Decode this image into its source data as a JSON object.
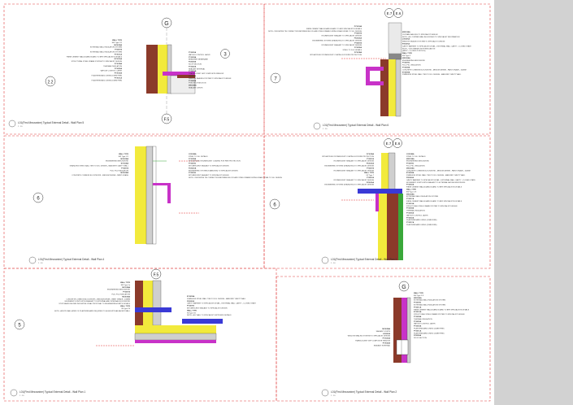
{
  "details": [
    {
      "id": "d1",
      "title": "L01(First Mezzanine) Typical External Detail - Wall Plan 5",
      "grid_top": "G",
      "grid_bottom": "F.5",
      "callouts": [
        "3",
        "2.2"
      ],
      "notes_right": [
        "PY301EA",
        "VAPOUR CONTROL LAYER",
        "PY301BA",
        "BREATHER MEMBRANE",
        "FX302HA",
        "ROOF SECTION",
        "PY302DA",
        "SEALANT INTERNAL",
        "PY302GA",
        "TRANSLUCENT GRP COMPOSITE WINDOW",
        "LX000XA",
        "WINDOW SEALING SYSTEM TO SPECIALIST DESIGN",
        "PY302EA",
        "PYROTECH SECTION",
        "MX303BA",
        "SEALANT JOINTS"
      ],
      "notes_left": [
        "WALL TYPE",
        "EW Type 5 R",
        "MX301BA",
        "EXTERNAL WALL INSULATION SYSTEM",
        "PY301FA",
        "EXTERNAL WALL INSULATION SYSTEM",
        "PY301CA",
        "FIBRE CEMENT WALLBOARD BOARD TO BFR SPECIALISTS DETAILS",
        "EY301GA",
        "STRUCTURAL STEEL FRAME SYSTEM TO SPECIALIST DESIGN",
        "PY301BA",
        "THERMAL INSULATION",
        "PY301EA",
        "VAPOUR CONTROL LAYER",
        "PY301DA",
        "PLASTERBOARD LINING (15MM FIRE)",
        "PY301CA",
        "PLASTERBOARD LINING (15MM FIRE)"
      ]
    },
    {
      "id": "d2",
      "title": "L01(First Mezzanine) Typical External Detail - Wall Plan 6",
      "grid_top": [
        "E.7",
        "E.6"
      ],
      "callouts": [
        "7"
      ],
      "notes_right": [
        "MX313BA",
        "CURTAIN WALLING TO SPECIALIST DESIGN",
        "NOTE - ALL CURTAIN WALLING FIXINGS TO SPECIALIST INFORMATION",
        "LX000XA",
        "WINDOW SEALING SYSTEM TO SPECIALIST DESIGN",
        "FX000XA",
        "CAVITY BARRIER TO SPECIALIST DETAIL - EXTERNAL WALL CAVITY - CLOSED STATE",
        "NOTE - VOID PASSES WITH INSULATION",
        "(MPRC - CLOSED POSITION)",
        "WALL TYPE",
        "EW Type 5",
        "MX301BA",
        "ENGINEERING BRICKWORK",
        "PY301FA",
        "FULL FILL INSULATION",
        "PY301BA",
        "CONCRETE COMMON BLOCKWORK - MEDIUM DENSE - PAINT GRADE - 100MM",
        "EY301BA",
        "STAINLESS STEEL WALL TIES TO B.S. DESIGN - MASONRY CAVITY WALL"
      ],
      "notes_left": [
        "PY301HA",
        "FIBRE CEMENT WALLBOARD BOARD TO BFR SPECIALISTS DETAILS",
        "NOTE - INDICATIVE TIE CONNECTION BETWEEN BLOCK AND STEEL FRAME DURING FINAL DETAIL TO S.E. DESIGN",
        "PY301FA",
        "INTUMESCENT SEALANT TO SPECIALIST DESIGN",
        "FX302GA",
        "ENGINEERED SYSTEM (STAINLESS) TO SPECIALIST DESIGN",
        "PY301FA",
        "INTUMESCENT SEALANT TO SPECIALIST DESIGN",
        "FY301EA",
        "STEEL TO S.E. DETAILS",
        "FY301BA",
        "SITE APPLIED INTUMESCENT COATING FOR FIRE PROTECTION"
      ]
    },
    {
      "id": "d3",
      "title": "L01(First Mezzanine) Typical External Detail - Wall Plan 4",
      "callouts": [
        "6"
      ],
      "notes_right": [
        "GY303BA",
        "STEEL TO S.E. DETAILS",
        "FY301BA",
        "SITE APPLIED INTUMESCENT COATING FOR FIRE PROTECTION",
        "PY301FA",
        "INTUMESCENT SEALANT TO SPECIALIST DESIGN",
        "FX302GA",
        "ENGINEERED SYSTEM (STAINLESS) TO SPECIALIST DESIGN",
        "PY301FA",
        "INTUMESCENT SEALANT TO SPECIALIST DESIGN",
        "NOTE - INDICATIVE TIE CONNECTION BETWEEN BLOCK AND STEEL FRAME DURING FINAL DETAIL TO S.E. DESIGN"
      ],
      "notes_left": [
        "WALL TYPE",
        "EW Type 5 R",
        "MX301BA",
        "ENGINEERING BRICKWORK",
        "EY301BA",
        "STAINLESS STEEL WALL TIES TO B.S. DESIGN - MASONRY CAVITY WALL",
        "PY301FA",
        "FULL FILL INSULATION",
        "MX301BA",
        "CONCRETE COMMON BLOCKWORK - MEDIUM DENSE - PAINT GRADE"
      ]
    },
    {
      "id": "d4",
      "title": "L01(First Mezzanine) Typical External Detail - Wall Plan 3",
      "grid_top": [
        "E.7",
        "E.6"
      ],
      "callouts": [
        "6"
      ],
      "notes_right": [
        "GY303BA",
        "STEEL TO S.E. DETAILS",
        "MX313BA",
        "ENGINEERING BRICKWORK",
        "PY301FA",
        "FULL FILL INSULATION",
        "MX301BA",
        "CONCRETE COMMON BLOCKWORK - MEDIUM DENSE - PAINT GRADE - 100MM",
        "EY301BA",
        "STAINLESS STEEL WALL TIES TO B.S. DESIGN - MASONRY CAVITY WALL",
        "FX000XA",
        "CAVITY BARRIER TO SPECIALIST DETAIL - EXTERNAL WALL CAVITY - CLOSED STATE",
        "MOVEMENT JOINTS WITH SEALANT TO EXTERNAL FACING BRICKWORK",
        "PY301DA",
        "FIBRE CEMENT WALLBOARD BOARD TO BFR SPECIALISTS DETAILS",
        "WALL TYPE",
        "EW Type 5 R",
        "MX301BA",
        "EXTERNAL WALL INSULATION SYSTEM",
        "PY301CA",
        "FIBRE CEMENT WALLBOARD BOARD TO BFR SPECIALISTS DETAILS",
        "EY301GA",
        "STRUCTURAL STEEL FRAME SYSTEM TO SPECIALIST DESIGN",
        "PY301BA",
        "THERMAL INSULATION",
        "PY301EA",
        "VAPOUR CONTROL LAYER",
        "PY301DA",
        "PLASTERBOARD LINING (15MM FIRE)",
        "PY301CA",
        "PLASTERBOARD LINING (15MM FIRE)"
      ],
      "notes_left": [
        "FY301BA",
        "SITE APPLIED INTUMESCENT COATING FOR FIRE PROTECTION",
        "PY301FA",
        "INTUMESCENT SEALANT TO SPECIALIST DESIGN",
        "FX302GA",
        "ENGINEERED SYSTEM (STAINLESS) TO SPECIALIST DESIGN",
        "PY301FA",
        "INTUMESCENT SEALANT TO SPECIALIST DESIGN",
        "WALL TYPE",
        "IW Type 7",
        "PY301FA",
        "INTUMESCENT SEALANT TO SPECIALIST DESIGN",
        "FX302GA",
        "ENGINEERED SYSTEM (STAINLESS) TO SPECIALIST DESIGN"
      ]
    },
    {
      "id": "d5",
      "title": "L01(First Mezzanine) Typical External Detail - Wall Plan 1",
      "grid_top": "F.5",
      "callouts": [
        "5"
      ],
      "notes_right": [
        "EY301BA",
        "STAINLESS STEEL WALL TIES TO B.S. DESIGN - MASONRY CAVITY WALL",
        "FX000XA",
        "CAVITY BARRIER TO SPECIALIST DETAIL - EXTERNAL WALL CAVITY - CLOSED STATE",
        "PY301FA",
        "INTUMESCENT SEALANT TO SPECIALIST DESIGN",
        "WALL TYPE",
        "IW Type 5S",
        "NOTE - ALL WALL TO SPECIALIST SUPPLIERS DETAILS"
      ],
      "notes_left": [
        "WALL TYPE",
        "EW Type 5a",
        "MX313BA",
        "ENGINEERING BRICKWORK",
        "PY301FA",
        "FULL FILL INSULATION",
        "MX301BA",
        "CONCRETE COMMON BLOCKWORK - MEDIUM DENSE - PAINT GRADE - 100MM",
        "MOVEMENT JOINTS WITH SEALANT TO EXTERNAL AND INTERNAL BLOCKWORK",
        "STOP BEADS SHOWN INDICATIVE. FINAL PROPOSAL TO ENGINEERING/LIMITS DETAILS",
        "WALL TYPE",
        "IW Type 5S",
        "NOTE - ADDITIONAL LAYER OF PLASTERBOARD REQUIRED TO ALIGN WITH ADJACENT WALL"
      ]
    },
    {
      "id": "d6",
      "title": "L01(First Mezzanine) Typical External Detail - Wall Plan 2",
      "grid_top": "G",
      "callouts": [],
      "notes_right": [
        "WALL TYPE",
        "EW Type 5 R",
        "MX301BA",
        "EXTERNAL WALL INSULATION SYSTEM",
        "PY301FA",
        "EXTERNAL WALL INSULATION SYSTEM",
        "PY301CA",
        "FIBRE CEMENT WALLBOARD BOARD TO BFR SPECIALISTS DETAILS",
        "EY301GA",
        "STRUCTURAL STEEL FRAME SYSTEM TO SPECIALIST DESIGN",
        "PY301BA",
        "THERMAL INSULATION",
        "PY301EA",
        "VAPOUR CONTROL LAYER",
        "PY301DA",
        "PLASTERBOARD LINING (15MM FIRE)",
        "PY301CA",
        "PLASTERBOARD LINING (15MM FIRE)",
        "FX302HA",
        "ROOF SECTION"
      ],
      "notes_left": [
        "MX303BA",
        "SEALANT JOINTS",
        "LX000XA",
        "WINDOW SEALING SYSTEM TO SPECIALIST DESIGN",
        "PY302GA",
        "TRANSLUCENT GRP COMPOSITE WINDOW",
        "PY302DA",
        "SEALANT INTERNAL"
      ]
    }
  ],
  "colors": {
    "insulation": "#f2ea3c",
    "brick": "#8b3a2a",
    "membrane": "#c832c8",
    "steel_blue": "#3a3ad6",
    "red_dash": "#e03030",
    "green": "#3aa83a",
    "side_panel": "#d2d2d2"
  }
}
